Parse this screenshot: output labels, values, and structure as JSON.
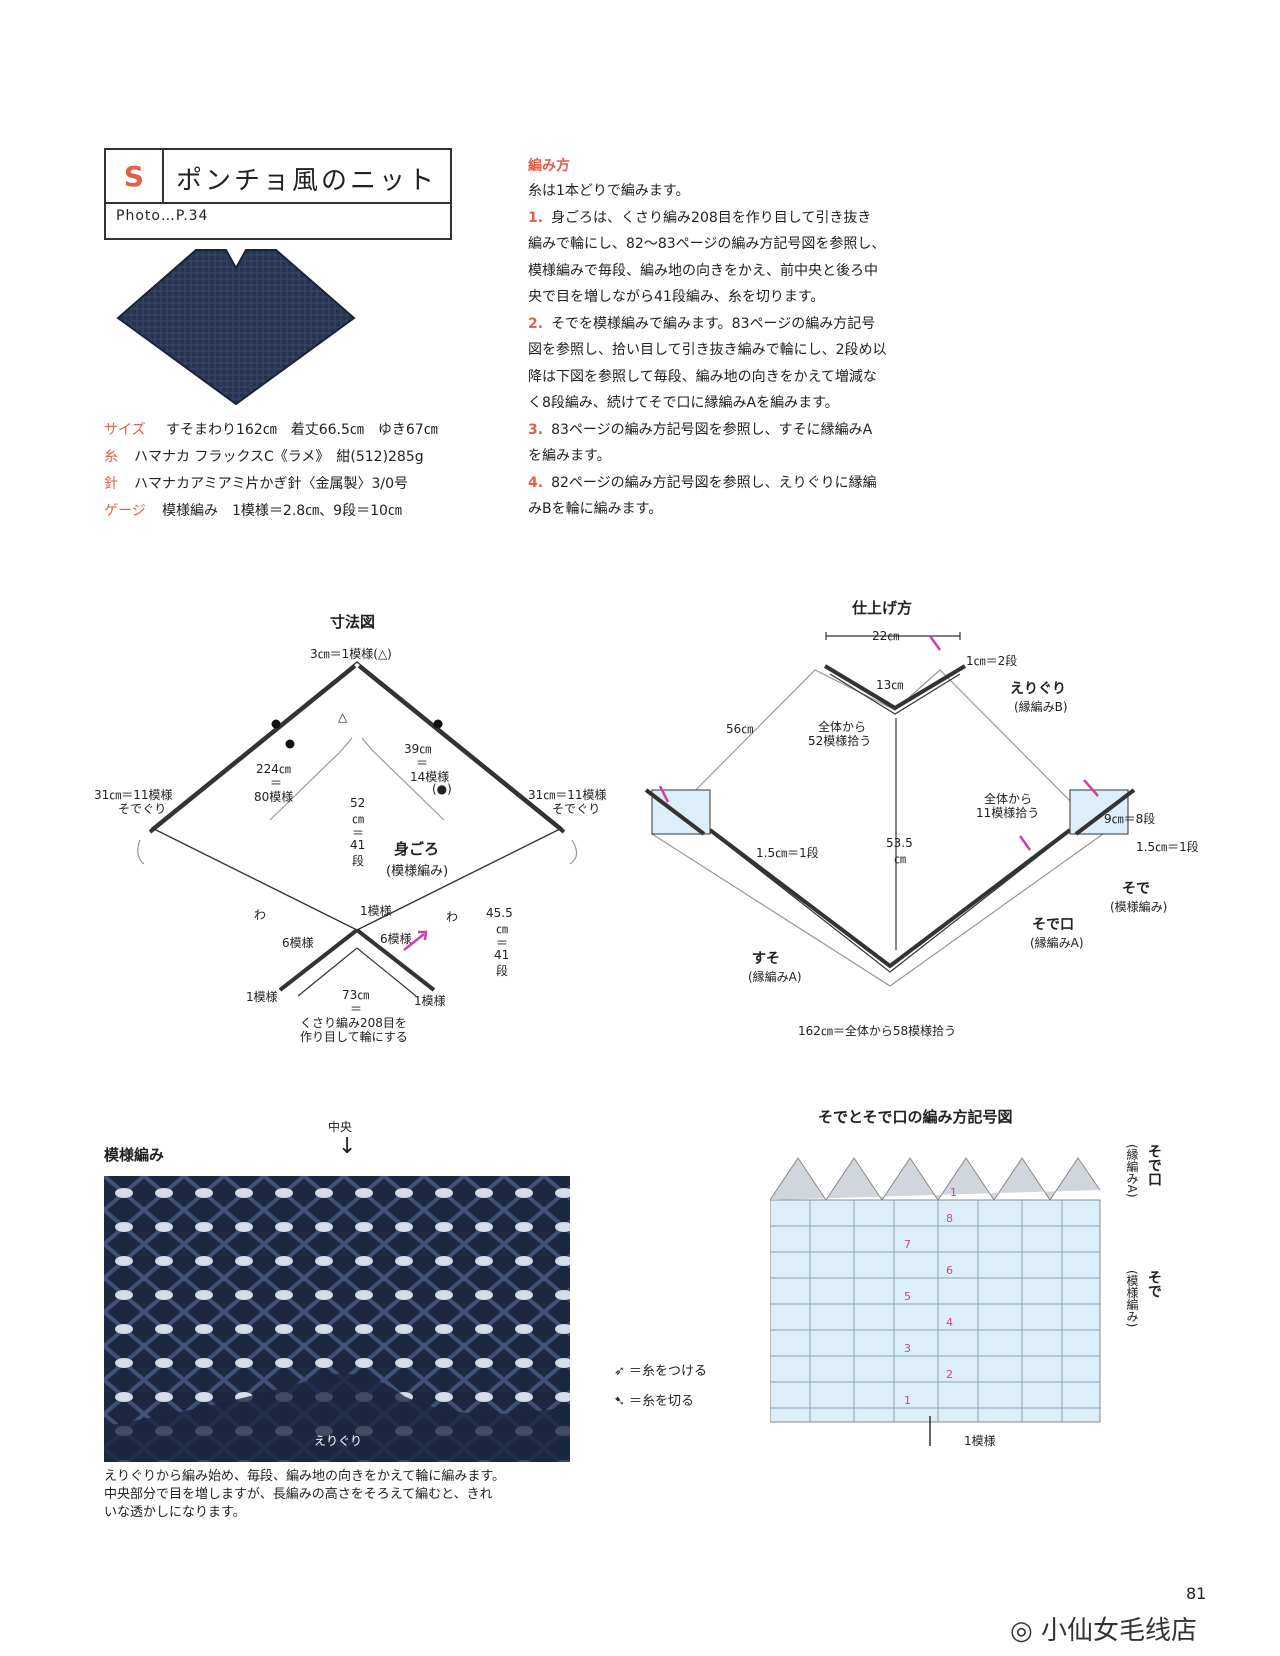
{
  "header": {
    "letter": "S",
    "title": "ポンチョ風のニット",
    "photo_ref": "Photo…P.34"
  },
  "specs": [
    {
      "label": "サイズ",
      "value": "すそまわり162㎝　着丈66.5㎝　ゆき67㎝"
    },
    {
      "label": "糸",
      "value": "ハマナカ フラックスC《ラメ》　紺(512)285g"
    },
    {
      "label": "針",
      "value": "ハマナカアミアミ片かぎ針〈金属製〉3/0号"
    },
    {
      "label": "ゲージ",
      "value": "模様編み　1模様＝2.8㎝、9段＝10㎝"
    }
  ],
  "howto": {
    "title": "編み方",
    "intro": "糸は1本どりで編みます。",
    "steps": [
      {
        "num": "1.",
        "lines": [
          "身ごろは、くさり編み208目を作り目して引き抜き",
          "編みで輪にし、82～83ページの編み方記号図を参照し、",
          "模様編みで毎段、編み地の向きをかえ、前中央と後ろ中",
          "央で目を増しながら41段編み、糸を切ります。"
        ]
      },
      {
        "num": "2.",
        "lines": [
          "そでを模様編みで編みます。83ページの編み方記号",
          "図を参照し、拾い目して引き抜き編みで輪にし、2段め以",
          "降は下図を参照して毎段、編み地の向きをかえて増減な",
          "く8段編み、続けてそで口に縁編みAを編みます。"
        ]
      },
      {
        "num": "3.",
        "lines": [
          "83ページの編み方記号図を参照し、すそに縁編みA",
          "を編みます。"
        ]
      },
      {
        "num": "4.",
        "lines": [
          "82ページの編み方記号図を参照し、えりぐりに縁編",
          "みBを輪に編みます。"
        ]
      }
    ]
  },
  "dimension_diagram": {
    "title": "寸法図",
    "labels": {
      "top": "3㎝＝1模様(△)",
      "tri": "△",
      "left_sleeve_a": "31㎝＝11模様",
      "left_sleeve_b": "そでぐり",
      "right_sleeve_a": "31㎝＝11模様",
      "right_sleeve_b": "そでぐり",
      "left_a": "224㎝",
      "left_b": "＝",
      "left_c": "80模様",
      "right_a": "39㎝",
      "right_b": "＝",
      "right_c": "14模様",
      "right_d": "(●)",
      "center_a": "52",
      "center_b": "㎝",
      "center_c": "＝",
      "center_d": "41",
      "center_e": "段",
      "body_a": "身ごろ",
      "body_b": "(模様編み)",
      "wa_left": "わ",
      "wa_right": "わ",
      "mid_1": "1模様",
      "mid_6l": "6模様",
      "mid_6r": "6模様",
      "bottom_left": "1模様",
      "bottom_right": "1模様",
      "side_a": "45.5",
      "side_b": "㎝",
      "side_c": "＝",
      "side_d": "41",
      "side_e": "段",
      "bottom_a": "73㎝",
      "bottom_b": "＝",
      "bottom_c": "くさり編み208目を",
      "bottom_d": "作り目して輪にする"
    }
  },
  "finish_diagram": {
    "title": "仕上げ方",
    "labels": {
      "top_width": "22㎝",
      "neck": "13㎝",
      "rows": "1㎝＝2段",
      "collar_a": "えりぐり",
      "collar_b": "(縁編みB)",
      "left_len": "56㎝",
      "pick_a": "全体から",
      "pick_b": "52模様拾う",
      "center_a": "53.5",
      "center_b": "㎝",
      "pick2_a": "全体から",
      "pick2_b": "11模様拾う",
      "sleeve_rows": "9㎝＝8段",
      "cuff_right": "1.5㎝＝1段",
      "cuff_left": "1.5㎝＝1段",
      "sleeve_a": "そで",
      "sleeve_b": "(模様編み)",
      "cuff_a": "そで口",
      "cuff_b": "(縁編みA)",
      "hem_a": "すそ",
      "hem_b": "(縁編みA)",
      "bottom": "162㎝＝全体から58模様拾う"
    }
  },
  "pattern_section": {
    "title": "模様編み",
    "center_label": "中央",
    "neckline_label": "えりぐり",
    "caption_lines": [
      "えりぐりから編み始め、毎段、編み地の向きをかえて輪に編みます。",
      "中央部分で目を増しますが、長編みの高さをそろえて編むと、きれ",
      "いな透かしになります。"
    ]
  },
  "symbol_chart": {
    "title": "そでとそで口の編み方記号図",
    "legend_attach": "＝糸をつける",
    "legend_cut": "＝糸を切る",
    "cuff_label_a": "そで口",
    "cuff_label_b": "(縁編みA)",
    "sleeve_label_a": "そで",
    "sleeve_label_b": "(模様編み)",
    "repeat_label": "1模様",
    "rows": [
      "1",
      "2",
      "3",
      "4",
      "5",
      "6",
      "7",
      "8",
      "1"
    ]
  },
  "page_number": "81",
  "watermark": "小仙女毛线店",
  "colors": {
    "accent": "#e0604a",
    "navy": "#1c2740",
    "chart_fill": "#dbeefa",
    "arrow": "#d040a0"
  }
}
